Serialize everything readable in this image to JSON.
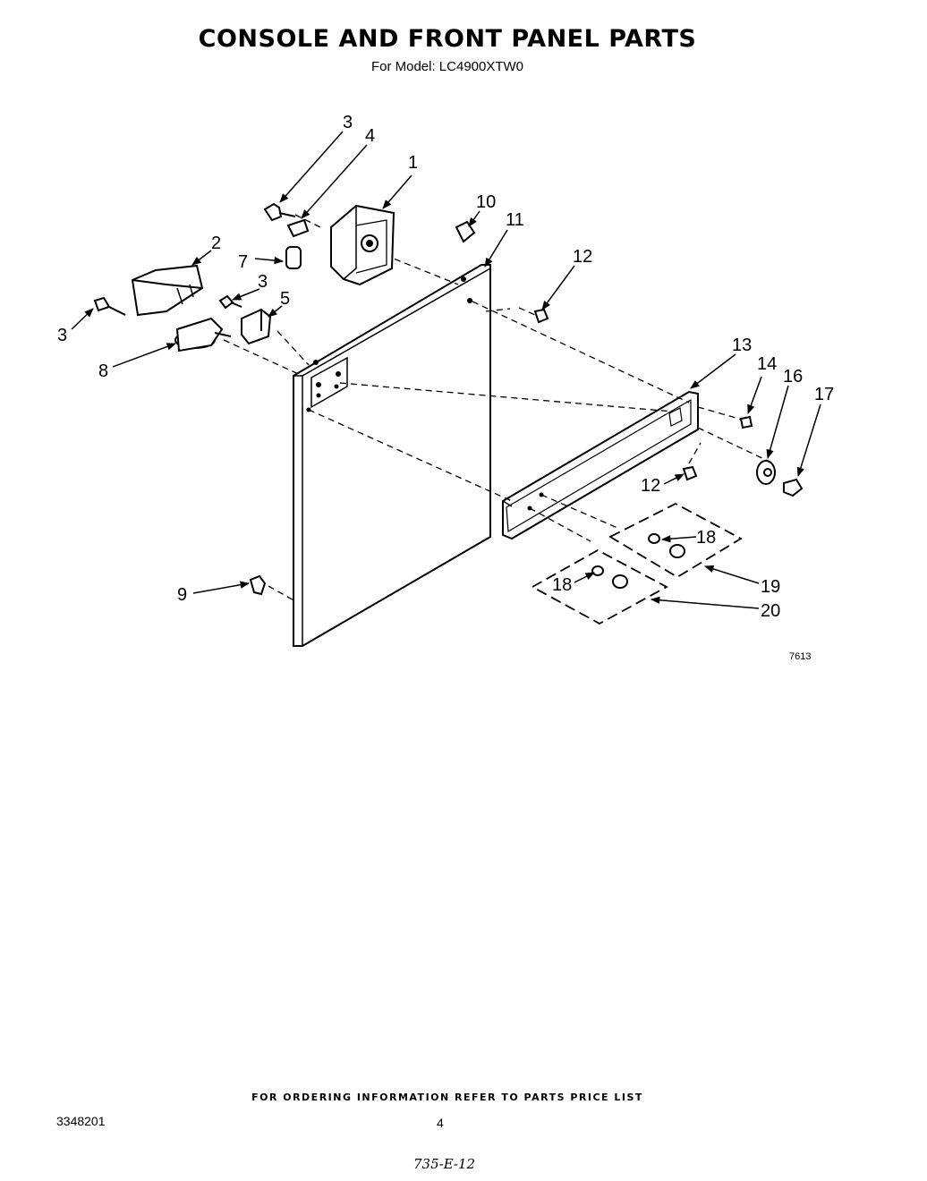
{
  "title": "CONSOLE AND FRONT PANEL PARTS",
  "subtitle": "For Model: LC4900XTW0",
  "figure_number": "7613",
  "footer_note": "FOR ORDERING INFORMATION REFER TO PARTS PRICE LIST",
  "document_number": "3348201",
  "page_number": "4",
  "handwritten_code": "735-E-12",
  "callouts": {
    "c1": "1",
    "c2": "2",
    "c3a": "3",
    "c3b": "3",
    "c3c": "3",
    "c4": "4",
    "c5": "5",
    "c7": "7",
    "c8": "8",
    "c9": "9",
    "c10": "10",
    "c11": "11",
    "c12a": "12",
    "c12b": "12",
    "c13": "13",
    "c14": "14",
    "c16": "16",
    "c17": "17",
    "c18a": "18",
    "c18b": "18",
    "c19": "19",
    "c20": "20"
  }
}
